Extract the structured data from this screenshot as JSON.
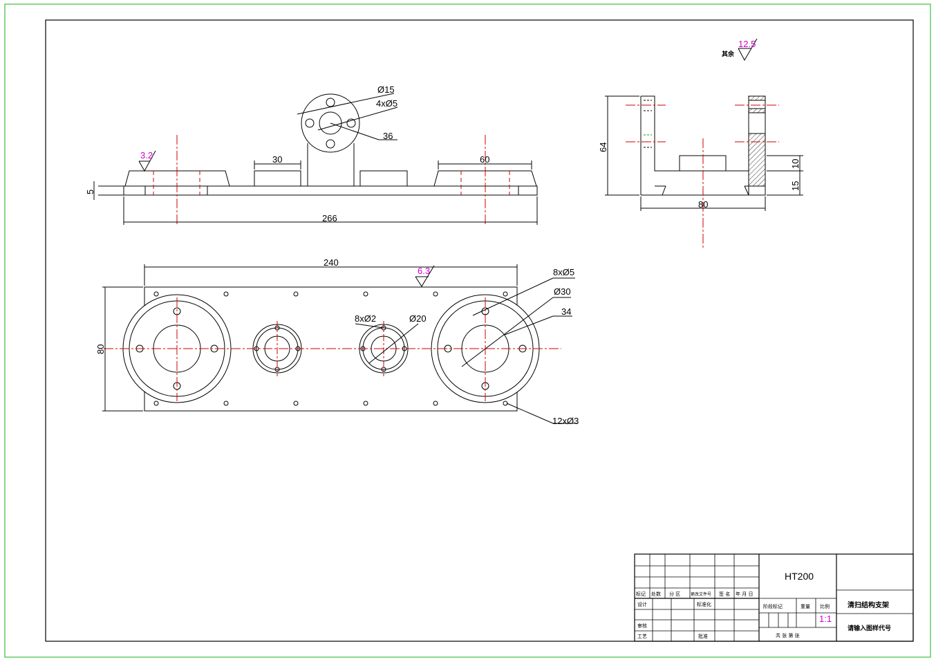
{
  "colors": {
    "frame": "#3cbf3c",
    "line": "#000000",
    "center": "#cc0000",
    "rough": "#d100d1",
    "hidden": "#00a000"
  },
  "front_view": {
    "roughness": "3.2",
    "dims": {
      "base_thickness": "5",
      "boss_width": "30",
      "flange_width": "60",
      "overall_length": "266",
      "hub_bore": "Ø15",
      "hub_holes": "4xØ5",
      "hub_pcd": "36"
    }
  },
  "side_view": {
    "dims": {
      "height": "64",
      "width": "80",
      "step_upper": "10",
      "step_lower": "15"
    }
  },
  "top_view": {
    "roughness": "6.3",
    "dims": {
      "length": "240",
      "width": "80",
      "large_holes": "8xØ5",
      "large_bore": "Ø30",
      "large_pcd": "34",
      "small_holes": "8xØ2",
      "small_bore": "Ø20",
      "edge_holes": "12xØ3"
    }
  },
  "general_roughness": {
    "label": "其余",
    "value": "12.5"
  },
  "title_block": {
    "material": "HT200",
    "part_name": "清扫结构支架",
    "drawing_no": "请输入图样代号",
    "scale": "1:1",
    "row_labels": [
      "标记",
      "处数",
      "分 区",
      "更改文件号",
      "签 名",
      "年 月 日"
    ],
    "design": "设计",
    "standard": "标准化",
    "review": "审核",
    "process": "工艺",
    "approve": "批准",
    "stage": "阶段标记",
    "weight": "重量",
    "scale_label": "比例",
    "sheets": "共  张 第  张"
  }
}
